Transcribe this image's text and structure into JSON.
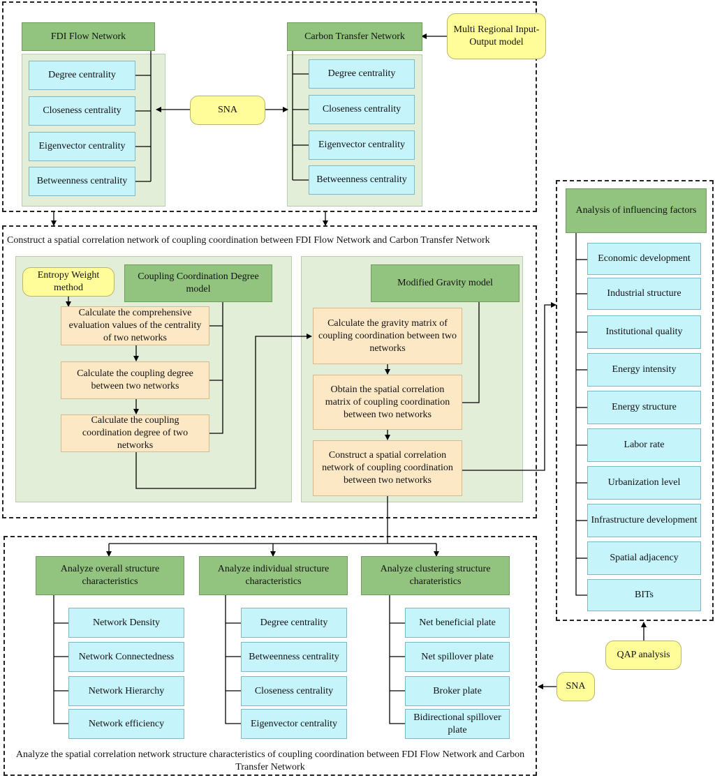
{
  "top": {
    "fdi_title": "FDI Flow Network",
    "carbon_title": "Carbon Transfer Network",
    "mrio_label": "Multi Regional Input-Output model",
    "sna_label": "SNA",
    "fdi_items": [
      "Degree centrality",
      "Closeness centrality",
      "Eigenvector centrality",
      "Betweenness centrality"
    ],
    "carbon_items": [
      "Degree centrality",
      "Closeness centrality",
      "Eigenvector centrality",
      "Betweenness centrality"
    ]
  },
  "middle": {
    "caption": "Construct a spatial correlation network of coupling coordination between FDI Flow Network and Carbon Transfer Network",
    "entropy_label": "Entropy Weight method",
    "ccd_title": "Coupling Coordination Degree model",
    "left_steps": [
      "Calculate the comprehensive evaluation values of the centrality of two networks",
      "Calculate the coupling degree between two networks",
      "Calculate the coupling coordination degree of two networks"
    ],
    "gravity_title": "Modified Gravity model",
    "right_steps": [
      "Calculate the gravity matrix of coupling coordination between two networks",
      "Obtain the  spatial correlation matrix of coupling coordination between two networks",
      "Construct a spatial correlation network of coupling coordination between two networks"
    ]
  },
  "factors": {
    "title": "Analysis of influencing factors",
    "items": [
      "Economic development",
      "Industrial structure",
      "Institutional quality",
      "Energy intensity",
      "Energy structure",
      "Labor rate",
      "Urbanization level",
      "Infrastructure development",
      "Spatial adjacency",
      "BITs"
    ],
    "qap_label": "QAP analysis"
  },
  "bottom": {
    "caption": "Analyze  the spatial correlation network structure characteristics  of coupling coordination between FDI Flow Network and Carbon Transfer Network",
    "sna_label": "SNA",
    "overall_title": "Analyze  overall structure characteristics",
    "overall_items": [
      "Network Density",
      "Network Connectedness",
      "Network Hierarchy",
      "Network efficiency"
    ],
    "individual_title": "Analyze individual structure characteristics",
    "individual_items": [
      "Degree centrality",
      "Betweenness centrality",
      "Closeness centrality",
      "Eigenvector centrality"
    ],
    "cluster_title": "Analyze clustering structure charateristics",
    "cluster_items": [
      "Net beneficial plate",
      "Net spillover plate",
      "Broker plate",
      "Bidirectional spillover plate"
    ]
  }
}
